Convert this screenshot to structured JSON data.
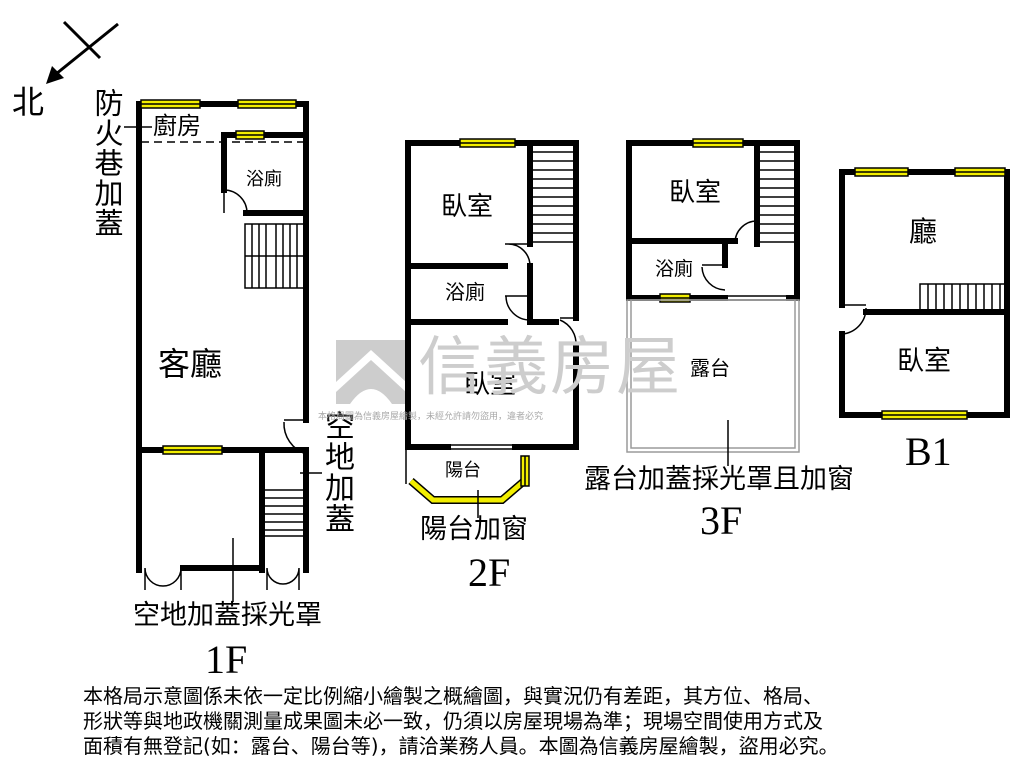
{
  "north": {
    "label": "北"
  },
  "floor_1f": {
    "level": "1F",
    "fire_lane_label": "防火巷加蓋",
    "kitchen": "廚房",
    "bathroom": "浴廁",
    "living_room": "客廳",
    "open_space_label": "空地加蓋",
    "skylight_label": "空地加蓋採光罩"
  },
  "floor_2f": {
    "level": "2F",
    "bedroom_1": "臥室",
    "bathroom": "浴廁",
    "bedroom_2": "臥室",
    "balcony": "陽台",
    "balcony_note": "陽台加窗"
  },
  "floor_3f": {
    "level": "3F",
    "bedroom": "臥室",
    "bathroom": "浴廁",
    "terrace": "露台",
    "terrace_note": "露台加蓋採光罩且加窗"
  },
  "floor_b1": {
    "level": "B1",
    "hall": "廳",
    "bedroom": "臥室"
  },
  "watermark": {
    "brand": "信義房屋",
    "notice": "本格局圖為信義房屋繪製，未經允許請勿盜用，違者必究"
  },
  "disclaimer": {
    "lines": [
      "本格局示意圖係未依一定比例縮小繪製之概繪圖，與實況仍有差距，其方位、格局、",
      "形狀等與地政機關測量成果圖未必一致，仍須以房屋現場為準；現場空間使用方式及",
      "面積有無登記(如：露台、陽台等)，請洽業務人員。本圖為信義房屋繪製，盜用必究。"
    ]
  },
  "colors": {
    "wall": "#000000",
    "window": "#f2ee00",
    "terrace_outline": "#9a9a9a",
    "watermark": "#cdcdcd"
  }
}
